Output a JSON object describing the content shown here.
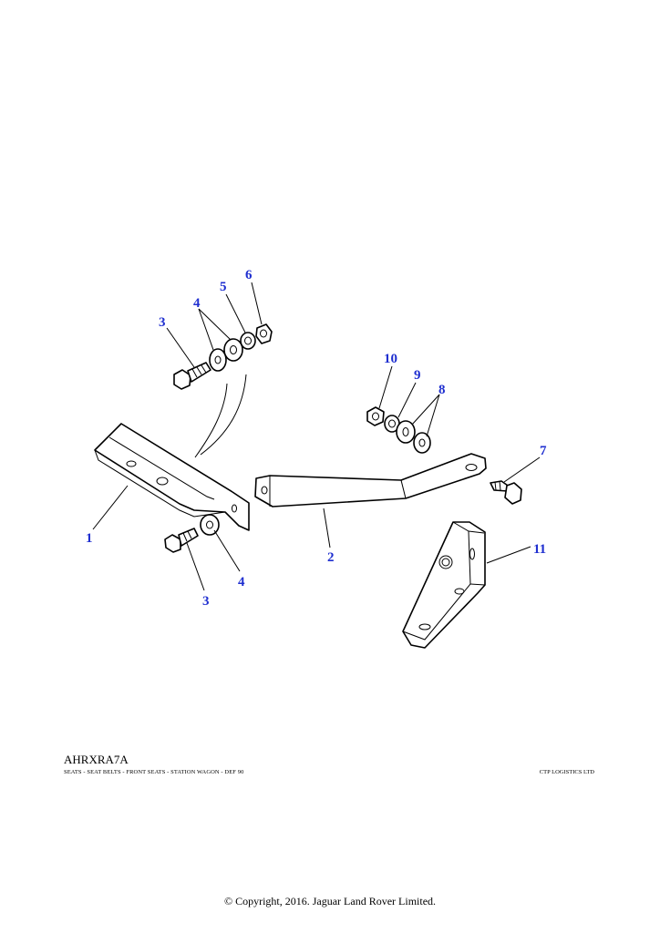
{
  "callouts": [
    {
      "id": "c1",
      "text": "1"
    },
    {
      "id": "c2",
      "text": "2"
    },
    {
      "id": "c3a",
      "text": "3"
    },
    {
      "id": "c3b",
      "text": "3"
    },
    {
      "id": "c4a",
      "text": "4"
    },
    {
      "id": "c4b",
      "text": "4"
    },
    {
      "id": "c5",
      "text": "5"
    },
    {
      "id": "c6",
      "text": "6"
    },
    {
      "id": "c7",
      "text": "7"
    },
    {
      "id": "c8",
      "text": "8"
    },
    {
      "id": "c9",
      "text": "9"
    },
    {
      "id": "c10",
      "text": "10"
    },
    {
      "id": "c11",
      "text": "11"
    }
  ],
  "footer": {
    "ref_code": "AHRXRA7A",
    "caption": "SEATS - SEAT BELTS - FRONT SEATS - STATION WAGON - DEF 90",
    "supplier": "CTP LOGISTICS LTD",
    "copyright": "© Copyright, 2016. Jaguar Land Rover Limited."
  },
  "colors": {
    "callout": "#1f2fd0",
    "line": "#000000",
    "background": "#ffffff"
  }
}
